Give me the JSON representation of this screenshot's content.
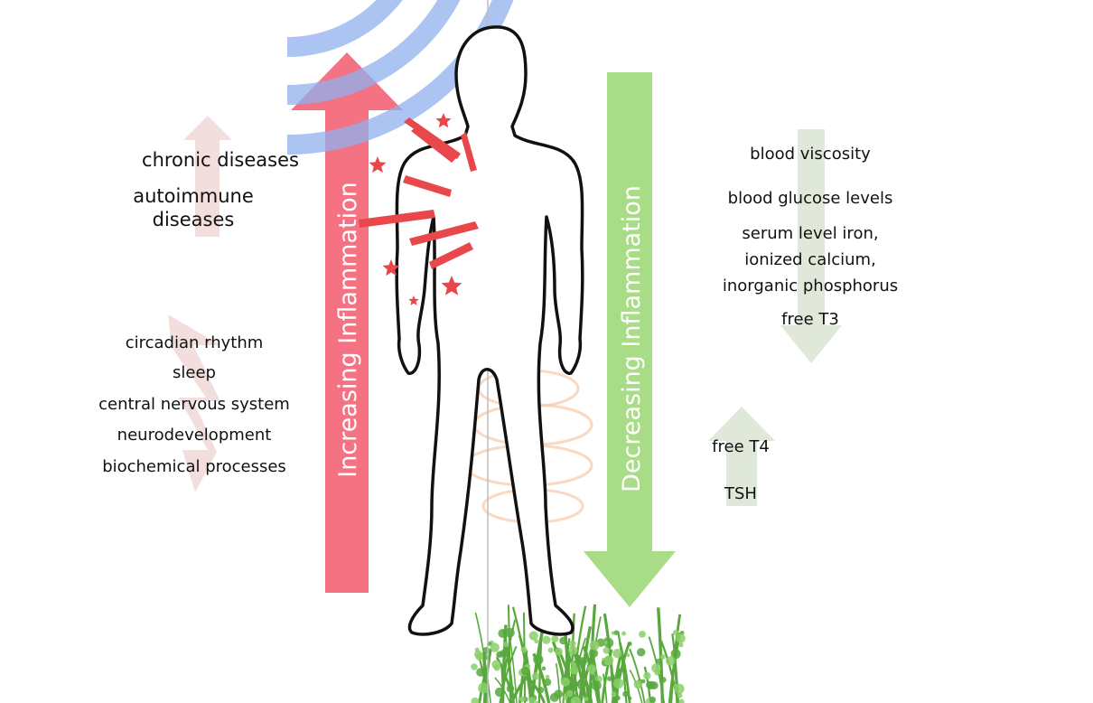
{
  "colors": {
    "increase_arrow": "#f57283",
    "decrease_arrow": "#a9dc86",
    "wave": "#8fb0ee",
    "burst": "#e8474b",
    "faint_up": "#f3dede",
    "faint_down": "#dfe8d9",
    "silhouette": "#111111",
    "grass": "#58a83e",
    "spiral": "#f6c9a8"
  },
  "increasing_label": "Increasing Inflammation",
  "decreasing_label": "Decreasing Inflammation",
  "left_top": {
    "direction": "up",
    "items": [
      "chronic diseases",
      "autoimmune",
      "diseases"
    ]
  },
  "left_bottom": {
    "direction": "down",
    "items": [
      "circadian rhythm",
      "sleep",
      "central nervous system",
      "neurodevelopment",
      "biochemical processes"
    ]
  },
  "right_top": {
    "direction": "down",
    "items": [
      "blood viscosity",
      "blood glucose levels",
      "serum level iron,",
      "ionized calcium,",
      "inorganic phosphorus",
      "free T3"
    ]
  },
  "right_bottom": {
    "direction": "up",
    "items": [
      "free T4",
      "TSH"
    ]
  }
}
